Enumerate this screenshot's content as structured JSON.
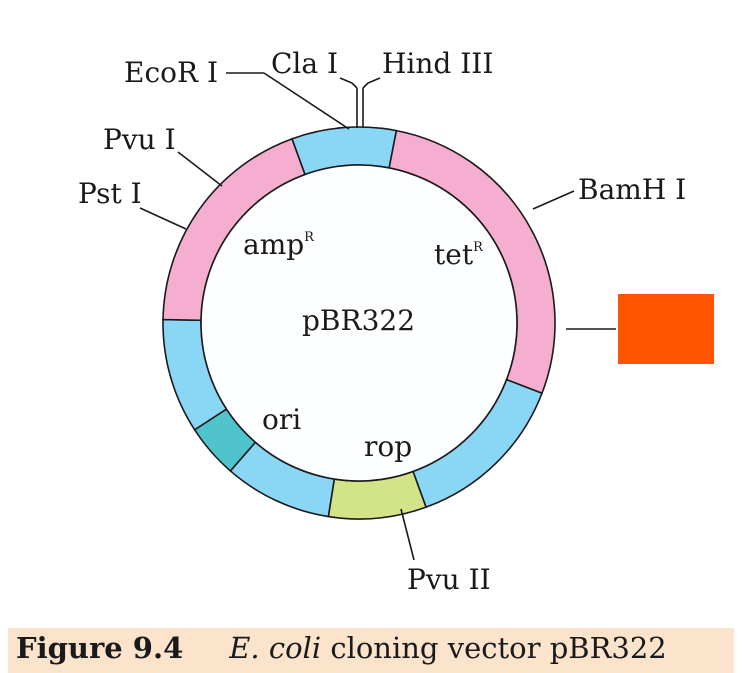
{
  "figure": {
    "plasmid_name": "pBR322",
    "colors": {
      "pink": "#f5aed0",
      "blue": "#8ad7f5",
      "teal": "#4fc4cc",
      "green": "#d3e388",
      "inner": "#fdfeff",
      "marker": "#ff5500",
      "line": "#1a1a1a"
    },
    "segments": [
      {
        "name": "cla-hind-region",
        "color": "blue"
      },
      {
        "name": "tet-gene",
        "color": "pink"
      },
      {
        "name": "blue-right-lower",
        "color": "blue"
      },
      {
        "name": "rop-gene",
        "color": "green"
      },
      {
        "name": "blue-bottom",
        "color": "blue"
      },
      {
        "name": "ori-region",
        "color": "teal"
      },
      {
        "name": "blue-left",
        "color": "blue"
      },
      {
        "name": "amp-gene",
        "color": "pink"
      }
    ],
    "site_labels": {
      "ecor1": "EcoR I",
      "cla1": "Cla I",
      "hind3": "Hind III",
      "pvu1": "Pvu I",
      "pst1": "Pst I",
      "bamh1": "BamH I",
      "pvu2": "Pvu II"
    },
    "gene_labels": {
      "amp": "amp",
      "amp_sup": "R",
      "tet": "tet",
      "tet_sup": "R",
      "ori": "ori",
      "rop": "rop"
    }
  },
  "caption": {
    "label": "Figure 9.4",
    "organism": "E. coli",
    "text": " cloning vector pBR322"
  }
}
